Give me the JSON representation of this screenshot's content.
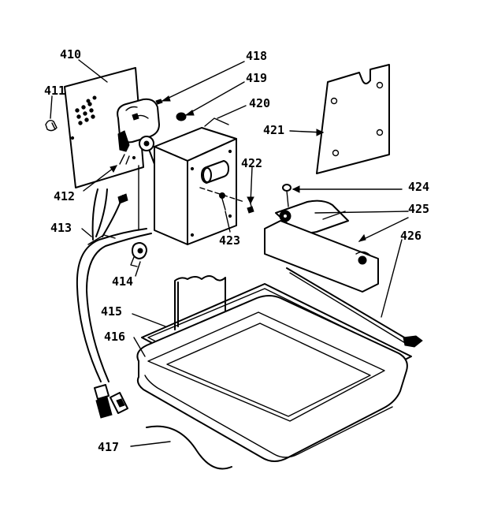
{
  "colors": {
    "ink": "#000000",
    "background": "#ffffff"
  },
  "callouts": {
    "c410": "410",
    "c411": "411",
    "c412": "412",
    "c413": "413",
    "c414": "414",
    "c415": "415",
    "c416": "416",
    "c417": "417",
    "c418": "418",
    "c419": "419",
    "c420": "420",
    "c421": "421",
    "c422": "422",
    "c423": "423",
    "c424": "424",
    "c425": "425",
    "c426": "426"
  }
}
